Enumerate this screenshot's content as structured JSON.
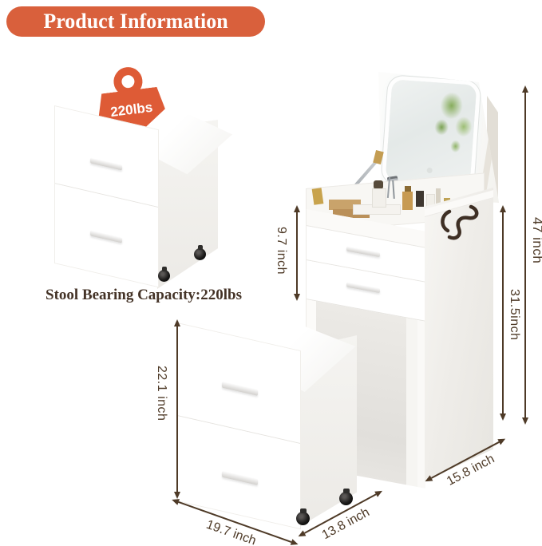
{
  "header": {
    "title": "Product Information"
  },
  "capacity": {
    "badge_label": "220lbs",
    "caption": "Stool Bearing Capacity:220lbs"
  },
  "dimensions": {
    "stool_height": "22.1 inch",
    "stool_width": "19.7 inch",
    "stool_depth": "13.8 inch",
    "desk_upper_section_height": "9.7 inch",
    "overall_height": "47 inch",
    "desk_height": "31.5inch",
    "desk_depth": "15.8 inch"
  },
  "style": {
    "accent_orange": "#D9603C",
    "badge_orange": "#DE5B36",
    "dimension_text_color": "#4E3A27",
    "caption_text_color": "#443327"
  },
  "icons": {
    "weight_badge": "weight-capacity-icon",
    "side_hook": "side-hook-icon",
    "caster": "caster-wheel-icon",
    "mirror": "led-mirror-icon"
  }
}
